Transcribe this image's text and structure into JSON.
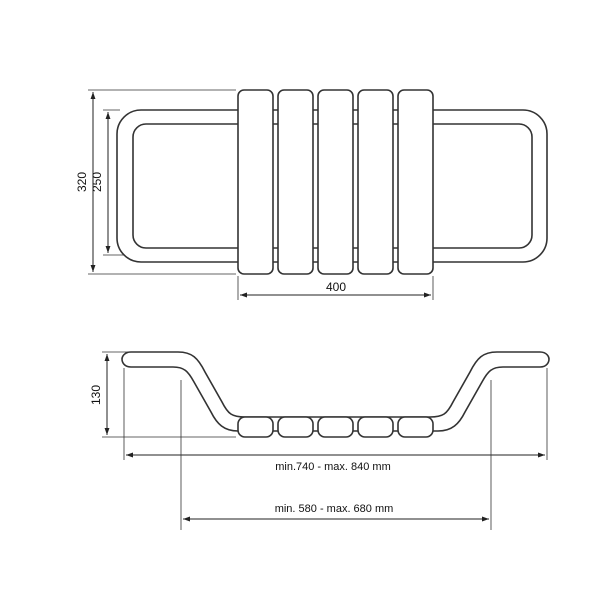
{
  "top_view": {
    "height_outer": "320",
    "height_inner": "250",
    "width": "400"
  },
  "side_view": {
    "height": "130",
    "span_outer": "min.740 - max. 840 mm",
    "span_inner": "min. 580 - max. 680 mm"
  }
}
